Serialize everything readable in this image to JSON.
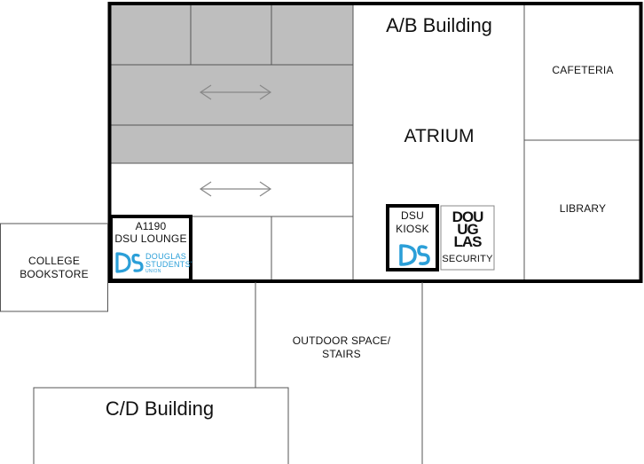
{
  "buildings": {
    "ab": "A/B Building",
    "cd": "C/D Building"
  },
  "rooms": {
    "cafeteria": "CAFETERIA",
    "library": "LIBRARY",
    "atrium": "ATRIUM",
    "lounge_number": "A1190",
    "lounge_name": "DSU LOUNGE",
    "kiosk_line1": "DSU",
    "kiosk_line2": "KIOSK",
    "security": "SECURITY",
    "bookstore_line1": "COLLEGE",
    "bookstore_line2": "BOOKSTORE",
    "outdoor_line1": "OUTDOOR SPACE/",
    "outdoor_line2": "STAIRS"
  },
  "logos": {
    "dsu_mark": "DS",
    "dsu_line1": "DOUGLAS",
    "dsu_line2": "STUDENTS'",
    "dsu_line3": "UNION",
    "douglas_line1": "DOU",
    "douglas_line2": "UG",
    "douglas_line3": "LAS"
  },
  "colors": {
    "wall": "#000000",
    "shaded_area": "#bebebe",
    "dsu_blue": "#2b9fd8"
  }
}
